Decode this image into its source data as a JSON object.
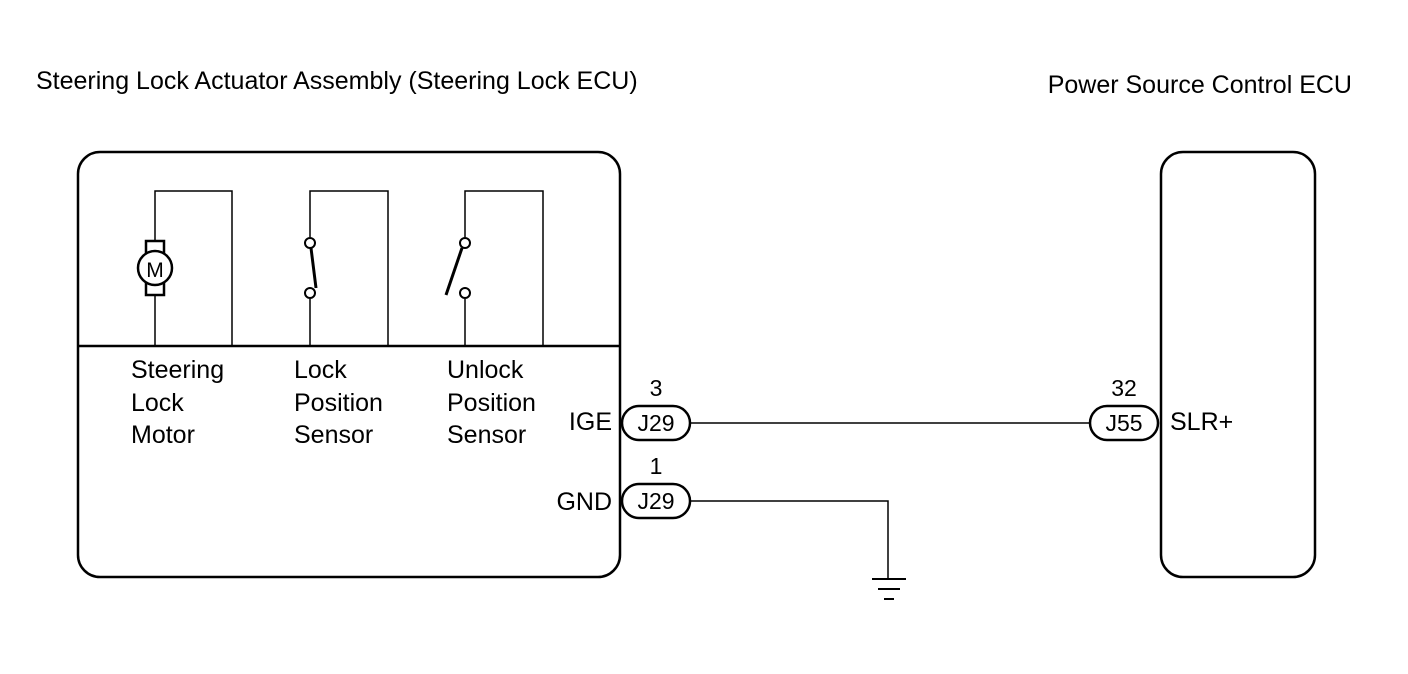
{
  "left_ecu": {
    "title": "Steering Lock Actuator Assembly (Steering Lock ECU)",
    "components": [
      {
        "lines": [
          "Steering",
          "Lock",
          "Motor"
        ],
        "symbol": "motor-icon",
        "symbol_text": "M"
      },
      {
        "lines": [
          "Lock",
          "Position",
          "Sensor"
        ],
        "symbol": "closed-switch-icon"
      },
      {
        "lines": [
          "Unlock",
          "Position",
          "Sensor"
        ],
        "symbol": "open-switch-icon"
      }
    ],
    "terminals": [
      {
        "name": "IGE",
        "pin": "3",
        "connector": "J29"
      },
      {
        "name": "GND",
        "pin": "1",
        "connector": "J29"
      }
    ]
  },
  "right_ecu": {
    "title": "Power Source Control ECU",
    "terminal": {
      "name": "SLR+",
      "pin": "32",
      "connector": "J55"
    }
  },
  "ground_symbol": "ground-icon"
}
